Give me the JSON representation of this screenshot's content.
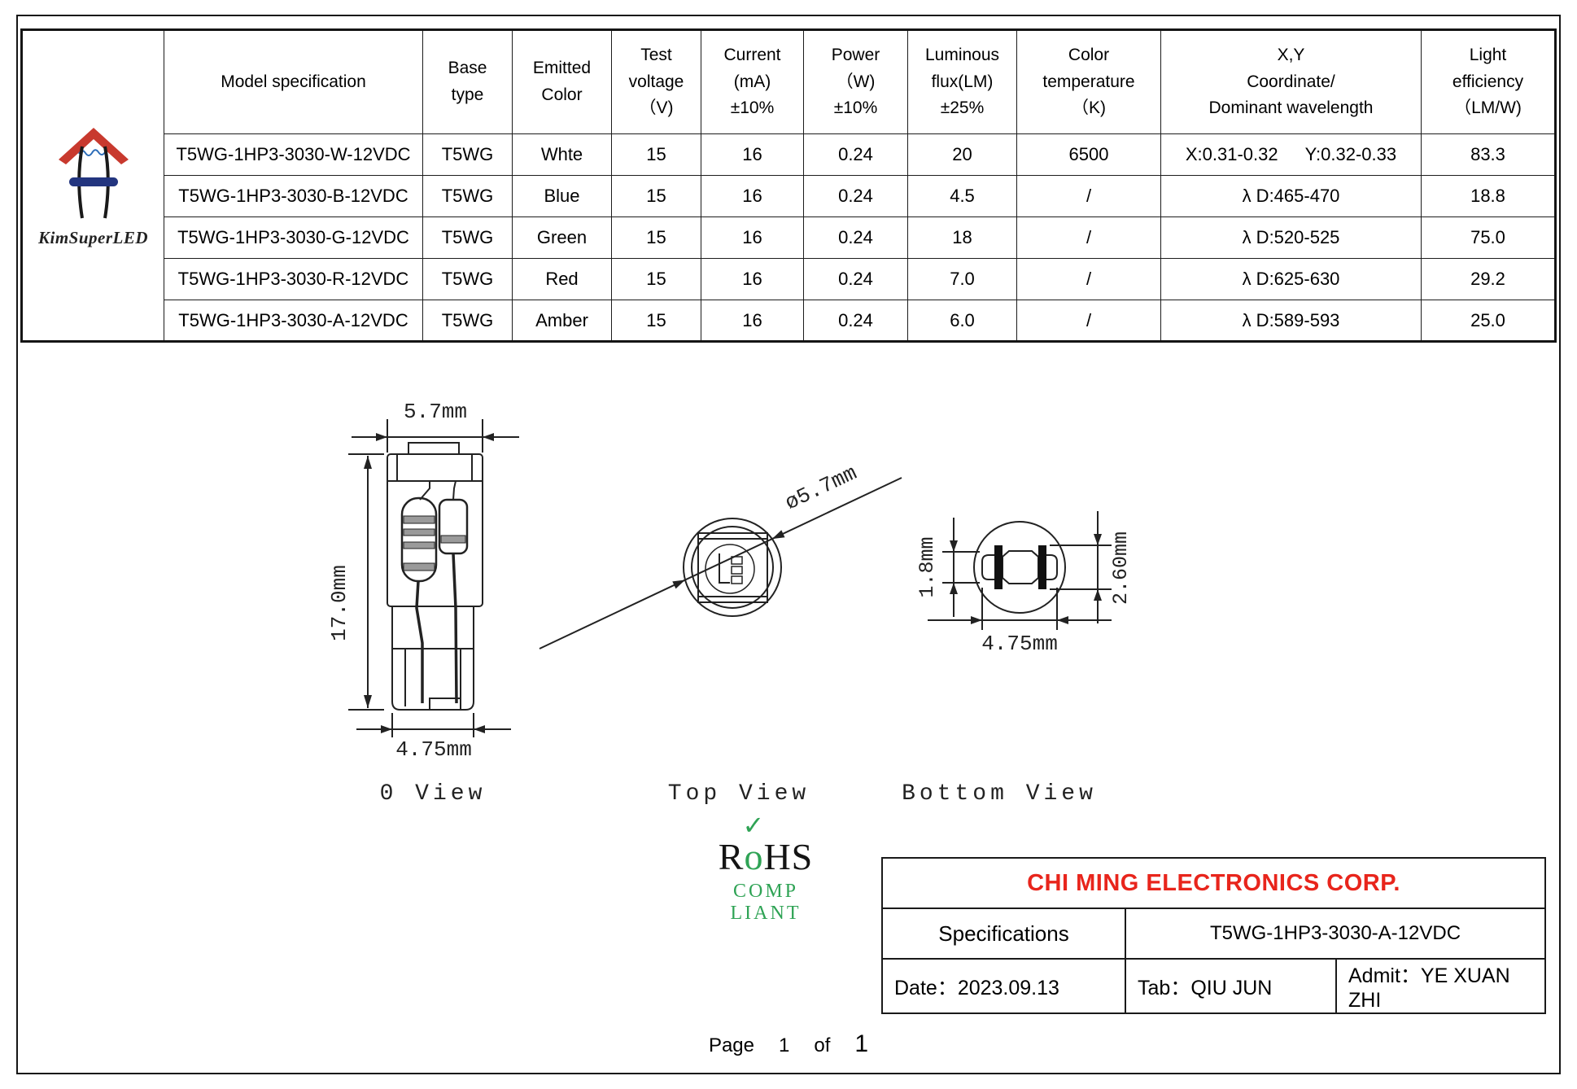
{
  "logo": {
    "brand": "KimSuperLED"
  },
  "spec_table": {
    "headers": [
      "Model specification",
      "Base\ntype",
      "Emitted\nColor",
      "Test\nvoltage\n（V)",
      "Current\n(mA)\n±10%",
      "Power\n（W)\n±10%",
      "Luminous\nflux(LM)\n±25%",
      "Color\ntemperature\n（K)",
      "X,Y\nCoordinate/\nDominant wavelength",
      "Light\nefficiency\n（LM/W)"
    ],
    "rows": [
      [
        "T5WG-1HP3-3030-W-12VDC",
        "T5WG",
        "Whte",
        "15",
        "16",
        "0.24",
        "20",
        "6500",
        "X:0.31-0.32   Y:0.32-0.33",
        "83.3"
      ],
      [
        "T5WG-1HP3-3030-B-12VDC",
        "T5WG",
        "Blue",
        "15",
        "16",
        "0.24",
        "4.5",
        "/",
        "λ D:465-470",
        "18.8"
      ],
      [
        "T5WG-1HP3-3030-G-12VDC",
        "T5WG",
        "Green",
        "15",
        "16",
        "0.24",
        "18",
        "/",
        "λ D:520-525",
        "75.0"
      ],
      [
        "T5WG-1HP3-3030-R-12VDC",
        "T5WG",
        "Red",
        "15",
        "16",
        "0.24",
        "7.0",
        "/",
        "λ D:625-630",
        "29.2"
      ],
      [
        "T5WG-1HP3-3030-A-12VDC",
        "T5WG",
        "Amber",
        "15",
        "16",
        "0.24",
        "6.0",
        "/",
        "λ D:589-593",
        "25.0"
      ]
    ]
  },
  "drawings": {
    "front_view": {
      "width_label": "5.7mm",
      "height_label": "17.0mm",
      "base_width_label": "4.75mm",
      "caption": "0 View"
    },
    "top_view": {
      "diameter_label": "ø5.7mm",
      "caption": "Top View"
    },
    "bottom_view": {
      "slot_height_label": "1.8mm",
      "contact_span_label": "2.60mm",
      "width_label": "4.75mm",
      "caption": "Bottom View"
    }
  },
  "rohs": {
    "r": "R",
    "o": "o",
    "hs": "HS",
    "check_icon": "✓",
    "compliant": "COMP LIANT"
  },
  "company": {
    "name": "CHI MING ELECTRONICS CORP.",
    "spec_label": "Specifications",
    "spec_value": "T5WG-1HP3-3030-A-12VDC",
    "date_label": "Date：",
    "date_value": "2023.09.13",
    "tab_label": "Tab：",
    "tab_value": "QIU JUN",
    "admit_label": "Admit：",
    "admit_value": "YE XUAN ZHI"
  },
  "footer": {
    "page_word": "Page",
    "page_num": "1",
    "of_word": "of",
    "total": "1"
  },
  "colors": {
    "company_red": "#e8251c",
    "logo_red": "#c8392e",
    "logo_blue": "#23357f",
    "rohs_green": "#2fa355",
    "line_black": "#222222"
  }
}
